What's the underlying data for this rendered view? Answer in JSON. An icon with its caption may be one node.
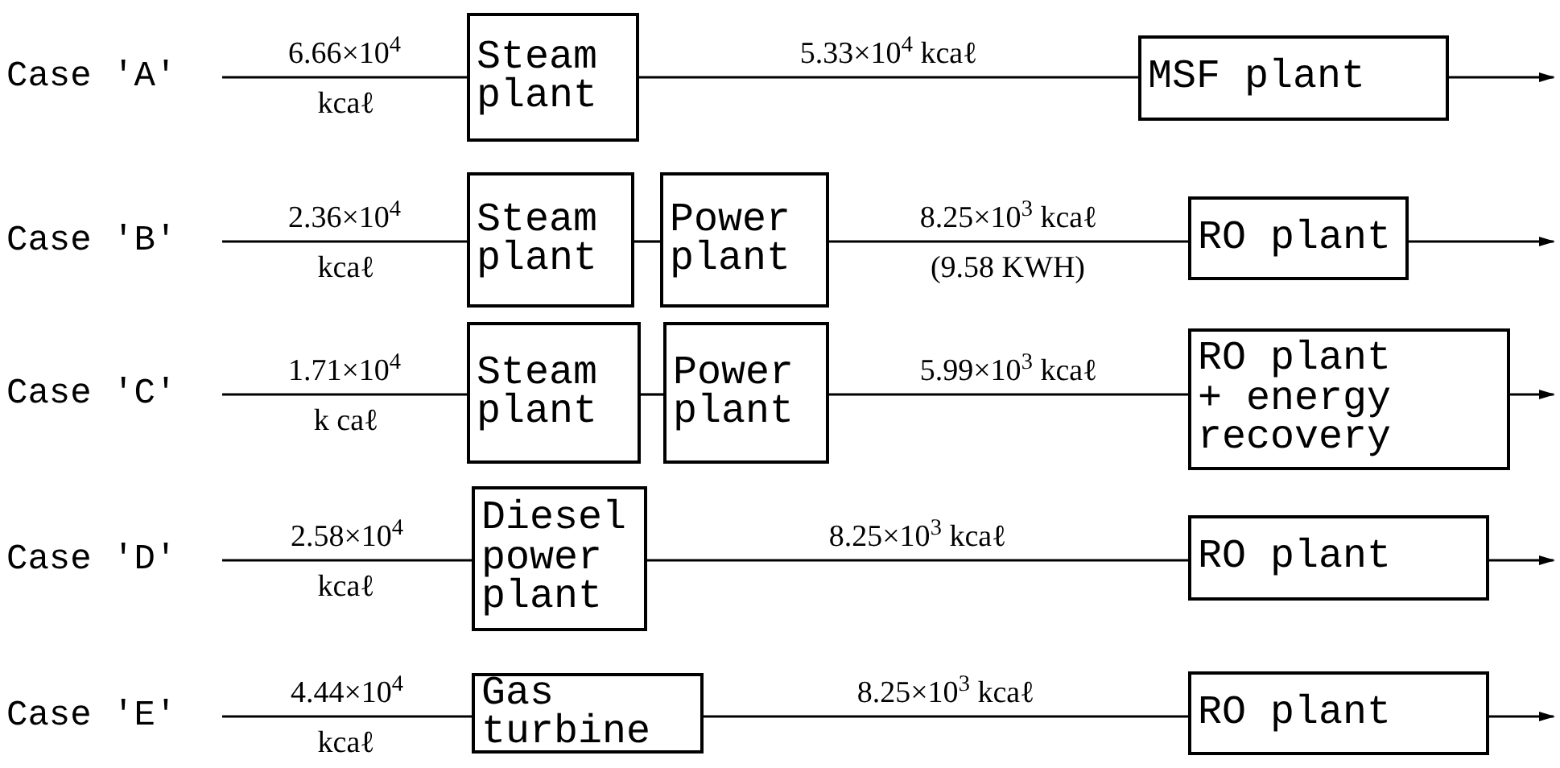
{
  "diagram": {
    "nodes": [
      {
        "text": [
          "Case 'A'"
        ]
      },
      {
        "text": [
          "Steam plant"
        ]
      },
      {
        "text": [
          "MSF plant"
        ]
      },
      {
        "text": [
          "Case 'B'"
        ]
      },
      {
        "text": [
          "Steam plant"
        ]
      },
      {
        "text": [
          "Power plant"
        ]
      },
      {
        "text": [
          "RO plant"
        ]
      },
      {
        "text": [
          "Case 'C'"
        ]
      },
      {
        "text": [
          "Steam plant"
        ]
      },
      {
        "text": [
          "Power plant"
        ]
      },
      {
        "text": [
          "RO plant + energy recovery"
        ]
      },
      {
        "text": [
          "Case 'D'"
        ]
      },
      {
        "text": [
          "Diesel power plant"
        ]
      },
      {
        "text": [
          "RO plant"
        ]
      },
      {
        "text": [
          "Case 'E'"
        ]
      },
      {
        "text": [
          "Gas turbine"
        ]
      },
      {
        "text": [
          "RO plant"
        ]
      }
    ],
    "edges": [
      {
        "from": 0,
        "to": 1,
        "arrow": "none",
        "label": "6.66×10$^{4}$"
      },
      {
        "from": 1,
        "to": 2,
        "arrow": "none",
        "label": "5.33×10$^{4}$ kcaℓ"
      },
      {
        "from": 2,
        "to": null,
        "arrow": "to"
      },
      {
        "from": 3,
        "to": 4,
        "arrow": "none",
        "label": "2.36×10$^{4}$"
      },
      {
        "from": 4,
        "to": 5,
        "arrow": "none"
      },
      {
        "from": 5,
        "to": 6,
        "arrow": "none",
        "label": "8.25×10$^{3}$ kcaℓ"
      },
      {
        "from": 6,
        "to": null,
        "arrow": "to"
      },
      {
        "from": 7,
        "to": 8,
        "arrow": "none",
        "label": "1.71×10$^{4}$"
      },
      {
        "from": 8,
        "to": 9,
        "arrow": "none"
      },
      {
        "from": 9,
        "to": 10,
        "arrow": "none",
        "label": "5.99×10$^{3}$ kcaℓ"
      },
      {
        "from": 10,
        "to": null,
        "arrow": "to"
      },
      {
        "from": 11,
        "to": 12,
        "arrow": "none",
        "label": "2.58×10$^{4}$"
      },
      {
        "from": 12,
        "to": 13,
        "arrow": "none",
        "label": "8.25×10$^{3}$ kcaℓ"
      },
      {
        "from": 13,
        "to": null,
        "arrow": "to"
      },
      {
        "from": 14,
        "to": 15,
        "arrow": "none",
        "label": "4.44×10$^{4}$"
      },
      {
        "from": 15,
        "to": 16,
        "arrow": "none",
        "label": "8.25×10$^{3}$ kcaℓ"
      },
      {
        "from": 16,
        "to": null,
        "arrow": "to"
      }
    ],
    "labels": [
      "kcaℓ",
      "kcaℓ",
      "(9.58 KWH)",
      "k caℓ",
      "kcaℓ",
      "kcaℓ"
    ]
  }
}
